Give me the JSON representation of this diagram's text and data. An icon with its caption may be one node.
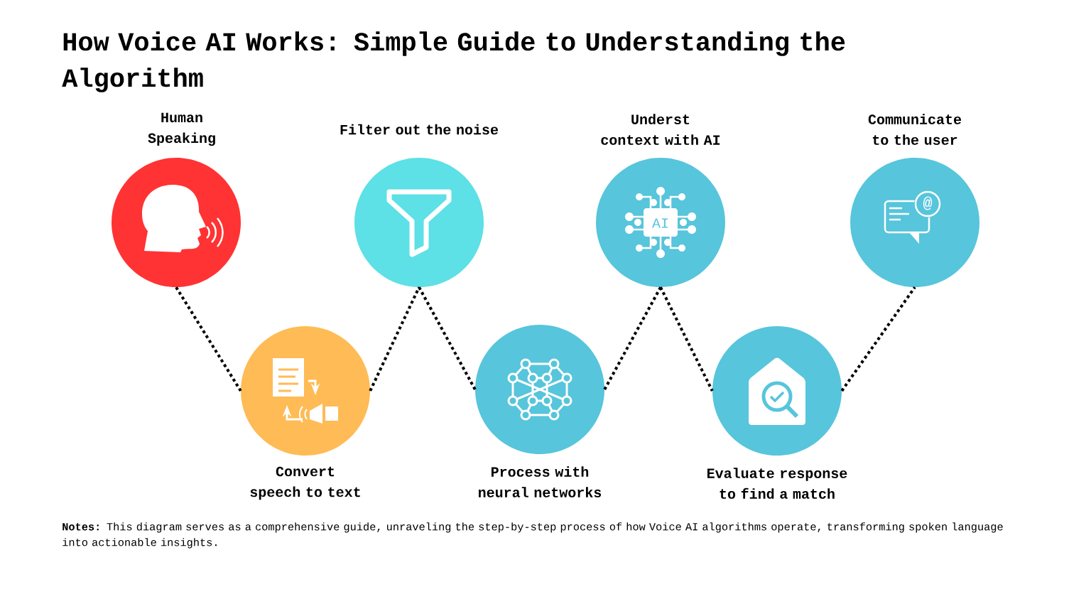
{
  "diagram": {
    "title": "How Voice AI Works: Simple Guide to Understanding the Algorithm",
    "nodes": [
      {
        "text": [
          "Human Speaking"
        ]
      },
      {
        "text": [
          "Convert speech to text"
        ]
      },
      {
        "text": [
          "Filter out the noise"
        ]
      },
      {
        "text": [
          "Process with neural networks"
        ]
      },
      {
        "text": [
          "Underst context with AI",
          "AI"
        ]
      },
      {
        "text": [
          "Evaluate response to find a match"
        ]
      },
      {
        "text": [
          "Communicate to the user",
          "@"
        ]
      }
    ],
    "edges": [
      {
        "from": 0,
        "to": 1,
        "arrow": "none"
      },
      {
        "from": 1,
        "to": 2,
        "arrow": "none"
      },
      {
        "from": 2,
        "to": 3,
        "arrow": "none"
      },
      {
        "from": 3,
        "to": 4,
        "arrow": "none"
      },
      {
        "from": 4,
        "to": 5,
        "arrow": "none"
      },
      {
        "from": 5,
        "to": 6,
        "arrow": "none"
      }
    ],
    "labels": [
      "**Notes:** This diagram serves as a comprehensive guide, unraveling the step-by-step process of how Voice AI algorithms operate, transforming spoken language into actionable insights."
    ]
  }
}
